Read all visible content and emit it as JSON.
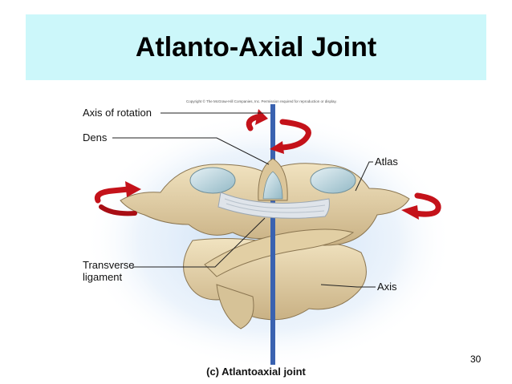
{
  "slide": {
    "title": "Atlanto-Axial Joint",
    "page_number": "30",
    "copyright": "Copyright © The McGraw-Hill Companies, Inc. Permission required for reproduction or display."
  },
  "figure": {
    "caption": "(c) Atlantoaxial joint",
    "labels": {
      "axis_of_rotation": "Axis of rotation",
      "dens": "Dens",
      "atlas": "Atlas",
      "transverse_line1": "Transverse",
      "transverse_line2": "ligament",
      "axis": "Axis"
    },
    "colors": {
      "title_band": "#ccf7fa",
      "bone": "#e8d7b0",
      "cartilage": "#b8d4dc",
      "rotation_axis": "#3a62b0",
      "arrow": "#c4121a"
    }
  }
}
